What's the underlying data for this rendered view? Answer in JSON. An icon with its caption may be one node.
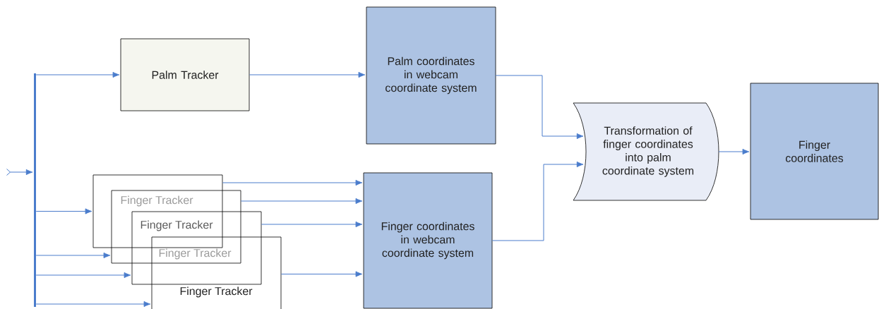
{
  "diagram": {
    "nodes": [
      {
        "text": [
          "Palm Tracker"
        ]
      },
      {
        "text": [
          "Palm coordinates in webcam coordinate system"
        ]
      },
      {
        "text": [
          "Finger Tracker"
        ]
      },
      {
        "text": [
          "Finger Tracker"
        ]
      },
      {
        "text": [
          "Finger Tracker"
        ]
      },
      {
        "text": [
          "Finger Tracker"
        ]
      },
      {
        "text": [
          "Transformation of finger coordinates into palm coordinate system"
        ]
      },
      {
        "text": [
          "Finger coordinates"
        ]
      },
      {
        "text": [
          "Finger coordinates in webcam coordinate system"
        ]
      },
      {
        "text": [],
        "shape": "bar"
      }
    ],
    "edges": [
      {
        "from": null,
        "to": 9,
        "arrow": "to"
      },
      {
        "from": 9,
        "to": 0,
        "arrow": "to"
      },
      {
        "from": 9,
        "to": 2,
        "arrow": "to"
      },
      {
        "from": 9,
        "to": 3,
        "arrow": "to"
      },
      {
        "from": 9,
        "to": 4,
        "arrow": "to"
      },
      {
        "from": 9,
        "to": 5,
        "arrow": "to"
      },
      {
        "from": 0,
        "to": 1,
        "arrow": "to"
      },
      {
        "from": 2,
        "to": 8,
        "arrow": "to"
      },
      {
        "from": 3,
        "to": 8,
        "arrow": "to"
      },
      {
        "from": 4,
        "to": 8,
        "arrow": "to"
      },
      {
        "from": 5,
        "to": 8,
        "arrow": "to"
      },
      {
        "from": 1,
        "to": 6,
        "arrow": "to"
      },
      {
        "from": 8,
        "to": 6,
        "arrow": "to"
      },
      {
        "from": 6,
        "to": 7,
        "arrow": "to"
      }
    ]
  }
}
